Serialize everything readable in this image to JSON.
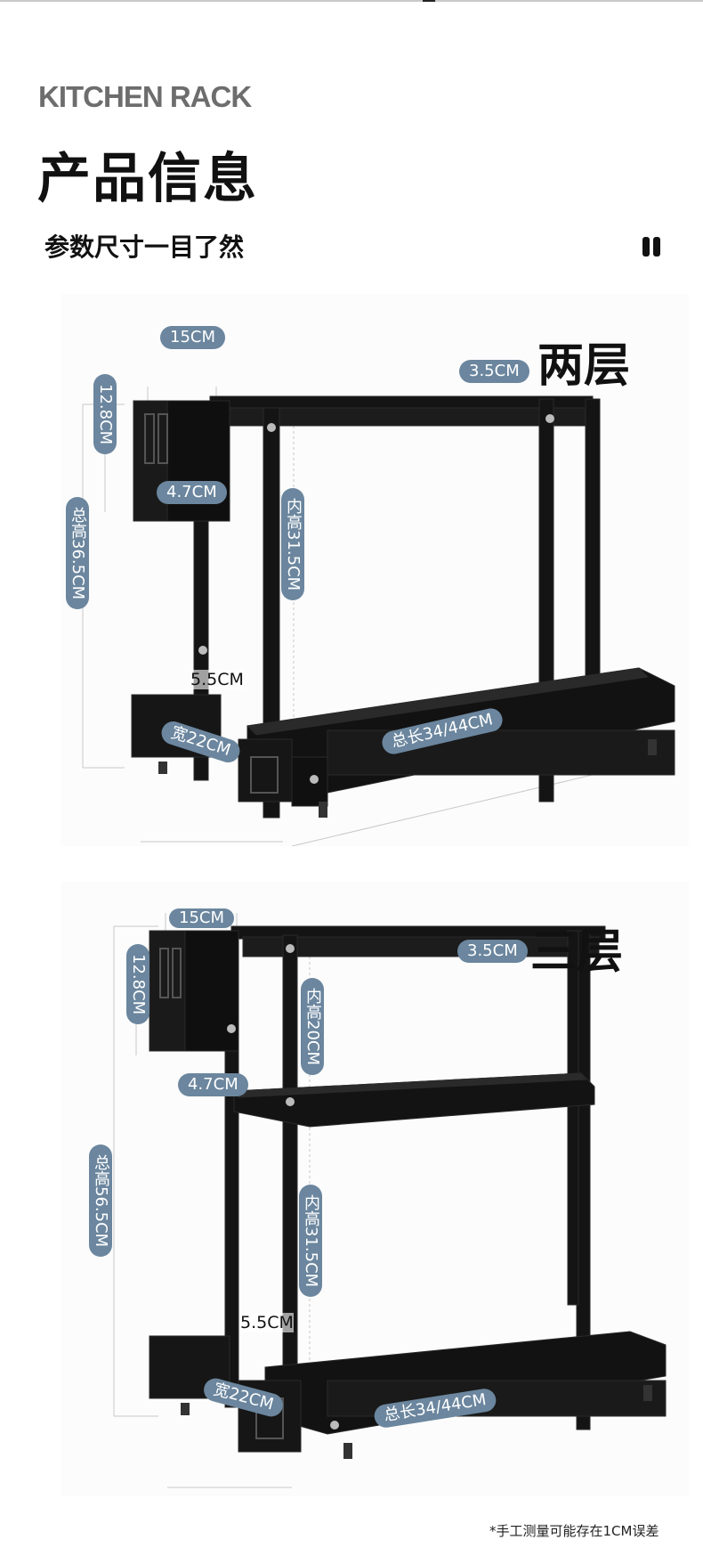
{
  "header": {
    "title_en": "KITCHEN RACK",
    "title_cn": "产品信息",
    "subtitle": "参数尺寸一目了然"
  },
  "icons": {
    "corner": "pause-icon"
  },
  "colors": {
    "tag_bg": "#6b869e",
    "rack": "#141414"
  },
  "two_tier": {
    "label": "两层",
    "dims": {
      "top_width": "15CM",
      "hook_offset": "3.5CM",
      "holder_height": "12.8CM",
      "holder_depth": "4.7CM",
      "total_height": "总高36.5CM",
      "inner_height": "内高31.5CM",
      "base_gap": "5.5CM",
      "width": "宽22CM",
      "length": "总长34/44CM"
    }
  },
  "three_tier": {
    "label": "三层",
    "dims": {
      "top_width": "15CM",
      "hook_offset": "3.5CM",
      "holder_height": "12.8CM",
      "holder_depth": "4.7CM",
      "upper_inner_height": "内高20CM",
      "total_height": "总高56.5CM",
      "inner_height": "内高31.5CM",
      "base_gap": "5.5CM",
      "width": "宽22CM",
      "length": "总长34/44CM"
    }
  },
  "footnote": "*手工测量可能存在1CM误差"
}
